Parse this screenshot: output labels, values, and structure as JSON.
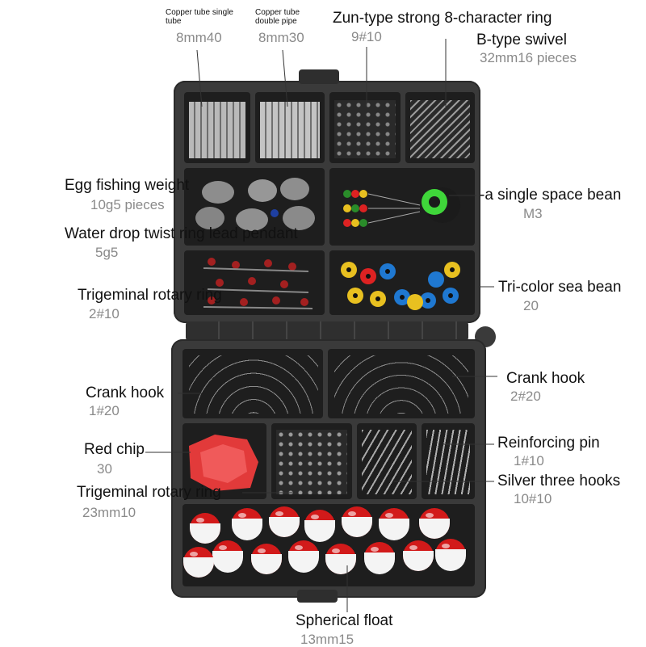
{
  "labels": {
    "copper_single": {
      "name": "Copper tube single tube",
      "spec": "8mm40"
    },
    "copper_double": {
      "name": "Copper tube double pipe",
      "spec": "8mm30"
    },
    "zun_ring": {
      "name": "Zun-type strong 8-character ring",
      "spec": "9#10"
    },
    "b_swivel": {
      "name": "B-type swivel",
      "spec": "32mm16 pieces"
    },
    "egg_weight": {
      "name": "Egg fishing weight",
      "spec": "10g5 pieces"
    },
    "space_bean": {
      "name": "-a single space bean",
      "spec": "M3"
    },
    "water_drop": {
      "name": "Water drop twist ring lead pendant",
      "spec": "5g5"
    },
    "trigeminal_top": {
      "name": "Trigeminal rotary ring",
      "spec": "2#10"
    },
    "sea_bean": {
      "name": "Tri-color sea bean",
      "spec": "20"
    },
    "crank_left": {
      "name": "Crank hook",
      "spec": "1#20"
    },
    "crank_right": {
      "name": "Crank hook",
      "spec": "2#20"
    },
    "red_chip": {
      "name": "Red chip",
      "spec": "30"
    },
    "reinforcing_pin": {
      "name": "Reinforcing pin",
      "spec": "1#10"
    },
    "trigeminal_bottom": {
      "name": "Trigeminal rotary ring",
      "spec": "23mm10"
    },
    "silver_hooks": {
      "name": "Silver three hooks",
      "spec": "10#10"
    },
    "spherical_float": {
      "name": "Spherical float",
      "spec": "13mm15"
    }
  },
  "colors": {
    "box": "#3a3a3a",
    "compartment": "#1e1e1e",
    "label_text": "#111111",
    "spec_text": "#8a8a8a",
    "float_red": "#d21a1a",
    "float_white": "#f4f4f4"
  }
}
